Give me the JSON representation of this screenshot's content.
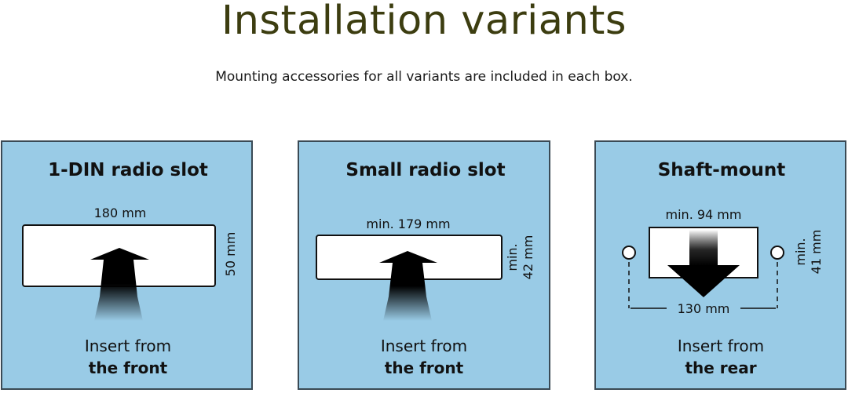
{
  "header": {
    "title": "Installation variants",
    "subtitle": "Mounting accessories for all variants are included in each box."
  },
  "colors": {
    "title": "#3c3d10",
    "panel_background": "#99cbe6",
    "panel_border": "#3a4a55",
    "slot_fill": "#ffffff",
    "arrow": "#000000"
  },
  "panels": [
    {
      "heading": "1-DIN radio slot",
      "width_label": "180 mm",
      "height_label": "50 mm",
      "insert_line1": "Insert from",
      "insert_line2": "the front",
      "arrow_icon": "arrow-up-icon"
    },
    {
      "heading": "Small radio slot",
      "width_label": "min. 179 mm",
      "height_label_line1": "min.",
      "height_label_line2": "42 mm",
      "insert_line1": "Insert from",
      "insert_line2": "the front",
      "arrow_icon": "arrow-up-icon"
    },
    {
      "heading": "Shaft-mount",
      "width_label": "min. 94 mm",
      "height_label_line1": "min.",
      "height_label_line2": "41 mm",
      "spacing_label": "130 mm",
      "insert_line1": "Insert from",
      "insert_line2": "the rear",
      "arrow_icon": "arrow-down-icon"
    }
  ]
}
